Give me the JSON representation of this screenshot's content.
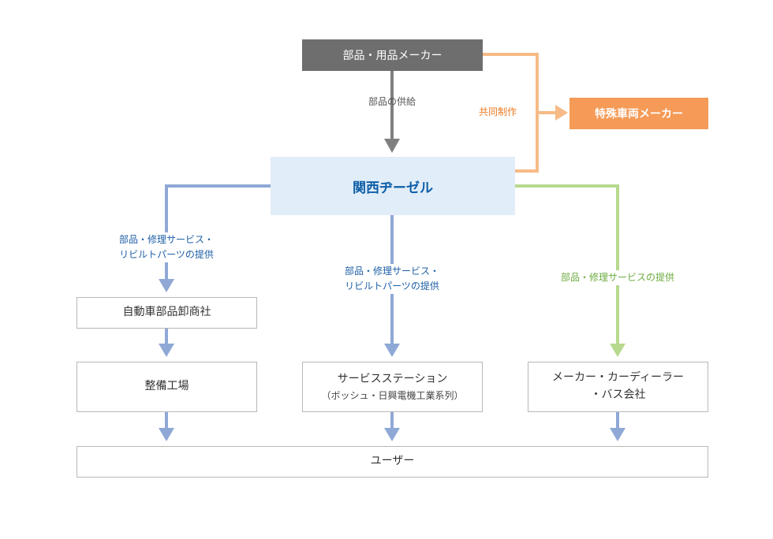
{
  "nodes": {
    "parts_maker": "部品・用品メーカー",
    "special_vehicle_maker": "特殊車両メーカー",
    "kansai_diesel": "関西ヂーゼル",
    "wholesaler": "自動車部品卸商社",
    "maintenance_shop": "整備工場",
    "service_station": "サービスステーション",
    "service_station_sub": "（ボッシュ・日興電機工業系列）",
    "dealer_line1": "メーカー・カーディーラー",
    "dealer_line2": "・バス会社",
    "user": "ユーザー"
  },
  "labels": {
    "parts_supply": "部品の供給",
    "joint_production": "共同制作",
    "left_line1": "部品・修理サービス・",
    "left_line2": "リビルトパーツの提供",
    "center_line1": "部品・修理サービス・",
    "center_line2": "リビルトパーツの提供",
    "right_label": "部品・修理サービスの提供"
  },
  "colors": {
    "gray_arrow": "#7f7f7f",
    "blue_arrow": "#8fa8d6",
    "green_arrow": "#b6d98e",
    "orange_arrow": "#f6bb86"
  }
}
